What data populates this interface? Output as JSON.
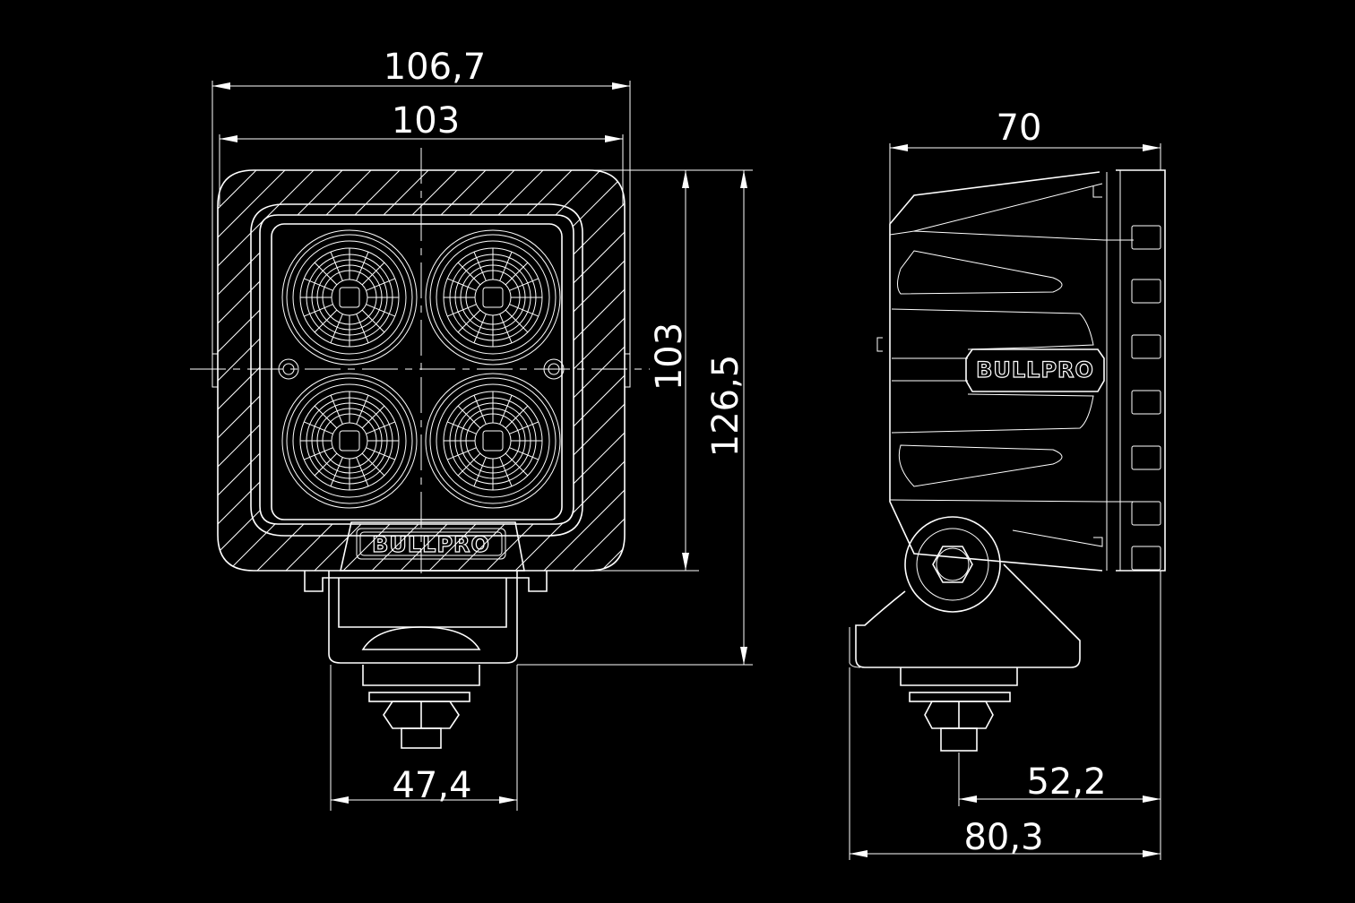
{
  "drawing": {
    "brand_logo": "BULLPRO",
    "front_view": {
      "width_overall": "106,7",
      "width_housing": "103",
      "height_housing": "103",
      "height_overall": "126,5",
      "bracket_width": "47,4"
    },
    "side_view": {
      "depth_housing": "70",
      "bracket_depth": "52,2",
      "depth_overall": "80,3"
    }
  }
}
